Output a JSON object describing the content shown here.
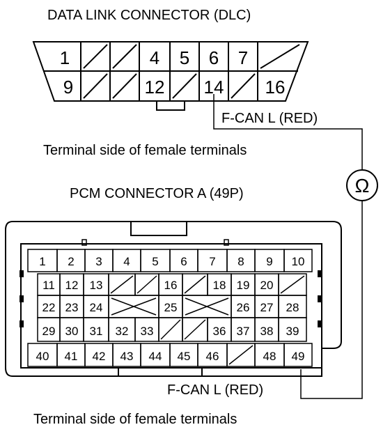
{
  "dlc": {
    "title": "DATA LINK CONNECTOR (DLC)",
    "wire_label": "F-CAN L (RED)",
    "caption": "Terminal side of female terminals",
    "row1": [
      "1",
      "",
      "",
      "4",
      "5",
      "6",
      "7",
      ""
    ],
    "row2": [
      "9",
      "",
      "",
      "12",
      "",
      "14",
      "",
      "16"
    ],
    "probed_pin": "14"
  },
  "meter": {
    "symbol": "Ω",
    "icon": "ohmmeter-icon"
  },
  "pcm": {
    "title": "PCM CONNECTOR A (49P)",
    "wire_label": "F-CAN L (RED)",
    "caption": "Terminal side of female terminals",
    "row1": [
      "1",
      "2",
      "3",
      "4",
      "5",
      "6",
      "7",
      "8",
      "9",
      "10"
    ],
    "row2": [
      "11",
      "12",
      "13",
      "",
      "",
      "16",
      "",
      "18",
      "19",
      "20",
      ""
    ],
    "row3": [
      "22",
      "23",
      "24",
      "25",
      "26",
      "27",
      "28"
    ],
    "row4": [
      "29",
      "30",
      "31",
      "32",
      "33",
      "",
      "",
      "36",
      "37",
      "38",
      "39"
    ],
    "row5": [
      "40",
      "41",
      "42",
      "43",
      "44",
      "45",
      "46",
      "",
      "48",
      "49"
    ],
    "probed_pin": "49"
  }
}
